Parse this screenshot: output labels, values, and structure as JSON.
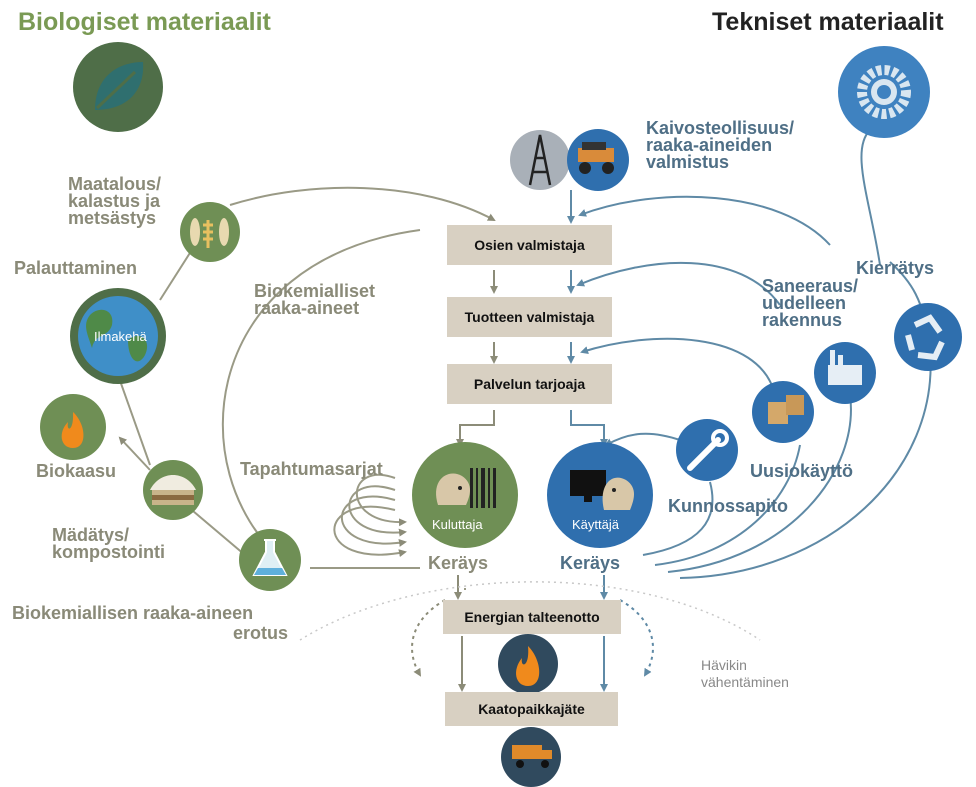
{
  "headers": {
    "biological": "Biologiset materiaalit",
    "technical": "Tekniset materiaalit"
  },
  "labels": {
    "mining": [
      "Kaivosteollisuus/",
      "raaka-aineiden",
      "valmistus"
    ],
    "agriculture": [
      "Maatalous/",
      "kalastus ja",
      "metsästys"
    ],
    "restoration": "Palauttaminen",
    "biochem_materials": [
      "Biokemialliset",
      "raaka-aineet"
    ],
    "biogas": "Biokaasu",
    "cascades": "Tapahtumasarjat",
    "digestion": [
      "Mädätys/",
      "kompostointi"
    ],
    "extraction": [
      "Biokemiallisen raaka-aineen",
      "erotus"
    ],
    "recycling": "Kierrätys",
    "refurbish": [
      "Saneeraus/",
      "uudelleen",
      "rakennus"
    ],
    "reuse": "Uusiokäyttö",
    "maintenance": "Kunnossapito",
    "collection_left": "Keräys",
    "collection_right": "Keräys",
    "leakage": [
      "Hävikin",
      "vähentäminen"
    ],
    "atmosphere": "Ilmakehä",
    "consumer": "Kuluttaja",
    "user": "Käyttäjä"
  },
  "boxes": {
    "parts": "Osien valmistaja",
    "product": "Tuotteen valmistaja",
    "service": "Palvelun tarjoaja",
    "energy": "Energian talteenotto",
    "landfill": "Kaatopaikkajäte"
  },
  "colors": {
    "bio_green": "#6f8f55",
    "bio_text": "#7a9a54",
    "tech_blue": "#3f7fb5",
    "tech_text": "#4f6f86",
    "box_fill": "#d8d0c2",
    "dark_circle": "#304a5e",
    "arrow_gray": "#8c8c78",
    "arrow_blue": "#5f8aa6"
  },
  "icons": [
    "leaf-icon",
    "gear-icon",
    "oil-rig-icon",
    "mining-truck-icon",
    "wheat-fish-icon",
    "globe-icon",
    "flame-icon",
    "soil-layers-icon",
    "flask-icon",
    "barcode-icon",
    "monitor-icon",
    "wrench-icon",
    "boxes-icon",
    "factory-icon",
    "recycle-icon",
    "fire-icon",
    "dump-truck-icon"
  ]
}
